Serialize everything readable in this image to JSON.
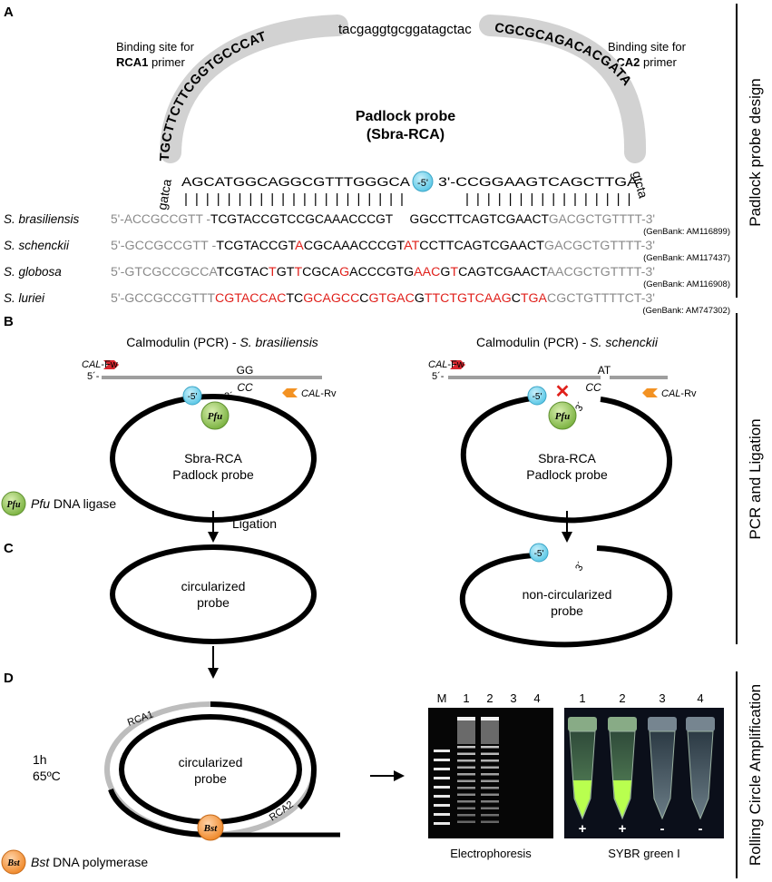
{
  "panel_labels": {
    "a": "A",
    "b": "B",
    "c": "C",
    "d": "D"
  },
  "side_labels": {
    "design": "Padlock probe design",
    "pcr": "PCR and Ligation",
    "rca": "Rolling Circle Amplification"
  },
  "panel_a": {
    "binding1_line1": "Binding site for",
    "binding1_line2": "RCA1",
    "binding1_line3": "primer",
    "binding2_line1": "Binding site for",
    "binding2_line2": "RCA2",
    "binding2_line3": "primer",
    "arc_left_lower": "gatca",
    "arc_left_bold": "TGCTTCTTCGGTGCCCAT",
    "arc_top": "tacgaggtgcggatagctac",
    "arc_right_bold": "CGCGCAGACACGATA",
    "arc_right_lower": "gtcta",
    "probe_title": "Padlock probe",
    "probe_subtitle": "(Sbra-RCA)",
    "probe_left_arm": "AGCATGGCAGGCGTTTGGGCA",
    "probe_5prime": "-5'",
    "probe_right_arm": "3'-CCGGAAGTCAGCTTGA",
    "species": [
      {
        "name": "S. brasiliensis",
        "genbank": "(GenBank: AM116899)",
        "segments": [
          {
            "t": "5'-ACCGCCGTT -",
            "c": "#8a8a8a"
          },
          {
            "t": "TCGTACCGTCCGCAAACCCGT",
            "c": "#000000"
          },
          {
            "t": "GGCCTTCAGTCGAACT",
            "c": "#000000"
          },
          {
            "t": "GACGCTGTTTT-3'",
            "c": "#8a8a8a"
          }
        ]
      },
      {
        "name": "S. schenckii",
        "genbank": "(GenBank: AM117437)",
        "segments": [
          {
            "t": "5'-GCCGCCGTT -",
            "c": "#8a8a8a"
          },
          {
            "t": "TCGTACCGT",
            "c": "#000000"
          },
          {
            "t": "A",
            "c": "#e0201b"
          },
          {
            "t": "CGCAAACCCGT",
            "c": "#000000"
          },
          {
            "t": "AT",
            "c": "#e0201b"
          },
          {
            "t": "CCTTCAGTCGAACT",
            "c": "#000000"
          },
          {
            "t": "GACGCTGTTTT-3'",
            "c": "#8a8a8a"
          }
        ]
      },
      {
        "name": "S. globosa",
        "genbank": "(GenBank: AM116908)",
        "segments": [
          {
            "t": "5'-GTCGCCGCCA",
            "c": "#8a8a8a"
          },
          {
            "t": "TCGTAC",
            "c": "#000000"
          },
          {
            "t": "T",
            "c": "#e0201b"
          },
          {
            "t": "GT",
            "c": "#000000"
          },
          {
            "t": "T",
            "c": "#e0201b"
          },
          {
            "t": "CGCA",
            "c": "#000000"
          },
          {
            "t": "G",
            "c": "#e0201b"
          },
          {
            "t": "ACCCGT",
            "c": "#000000"
          },
          {
            "t": "G",
            "c": "#000000"
          },
          {
            "t": "AAC",
            "c": "#e0201b"
          },
          {
            "t": "G",
            "c": "#000000"
          },
          {
            "t": "T",
            "c": "#e0201b"
          },
          {
            "t": "CAGTCGAACT",
            "c": "#000000"
          },
          {
            "t": "AACGCTGTTTT-3'",
            "c": "#8a8a8a"
          }
        ]
      },
      {
        "name": "S. luriei",
        "genbank": "(GenBank: AM747302)",
        "segments": [
          {
            "t": "5'-GCCGCCGTTT",
            "c": "#8a8a8a"
          },
          {
            "t": "CGTACCAC",
            "c": "#e0201b"
          },
          {
            "t": "TC",
            "c": "#000000"
          },
          {
            "t": "GCAGCC",
            "c": "#e0201b"
          },
          {
            "t": "C",
            "c": "#000000"
          },
          {
            "t": "GTGA",
            "c": "#e0201b"
          },
          {
            "t": "C",
            "c": "#e0201b"
          },
          {
            "t": "G",
            "c": "#000000"
          },
          {
            "t": "TTCT",
            "c": "#e0201b"
          },
          {
            "t": "GTCAAG",
            "c": "#e0201b"
          },
          {
            "t": "C",
            "c": "#000000"
          },
          {
            "t": "TGA",
            "c": "#e0201b"
          },
          {
            "t": "CGCTGTTTTCT-3'",
            "c": "#8a8a8a"
          }
        ]
      }
    ]
  },
  "panel_b": {
    "left_title_prefix": "Calmodulin (PCR) - ",
    "left_title_species": "S. brasiliensis",
    "right_title_prefix": "Calmodulin (PCR) - ",
    "right_title_species": "S. schenckii",
    "fw_primer_italic": "CAL",
    "fw_primer_rest": "-Fw",
    "rv_primer_italic": "CAL",
    "rv_primer_rest": "-Rv",
    "five_prime": "5´-",
    "left_top_bases": "GG",
    "left_bottom_bases": "CC",
    "right_top_bases": "AT",
    "right_bottom_bases": "CC",
    "three_prime": "3´",
    "probe_5": "-5'",
    "pfu": "Pfu",
    "circle_line1": "Sbra-RCA",
    "circle_line2": "Padlock probe",
    "legend_pfu_italic": "Pfu",
    "legend_pfu_rest": " DNA ligase",
    "ligation": "Ligation",
    "mismatch": "✕"
  },
  "panel_c": {
    "left_line1": "circularized",
    "left_line2": "probe",
    "right_line1": "non-circularized",
    "right_line2": "probe",
    "probe_5": "-5'",
    "three_prime": "3´"
  },
  "panel_d": {
    "rca1": "RCA1",
    "rca2": "RCA2",
    "time": "1h",
    "temp": "65ºC",
    "circle_line1": "circularized",
    "circle_line2": "probe",
    "bst": "Bst",
    "legend_bst_italic": "Bst",
    "legend_bst_rest": " DNA polymerase",
    "gel_lanes": [
      "M",
      "1",
      "2",
      "3",
      "4"
    ],
    "gel_caption": "Electrophoresis",
    "tube_lanes": [
      "1",
      "2",
      "3",
      "4"
    ],
    "tube_results": [
      "+",
      "+",
      "-",
      "-"
    ],
    "tube_caption": "SYBR green I"
  }
}
